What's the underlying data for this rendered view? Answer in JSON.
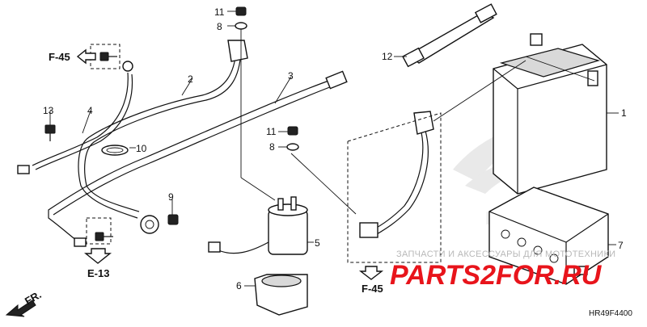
{
  "diagram": {
    "part_numbers": {
      "n1": "1",
      "n2": "2",
      "n3": "3",
      "n4": "4",
      "n5": "5",
      "n6": "6",
      "n7": "7",
      "n8a": "8",
      "n8b": "8",
      "n9": "9",
      "n10": "10",
      "n11a": "11",
      "n11b": "11",
      "n12": "12",
      "n13": "13"
    },
    "references": {
      "f45_top": "F-45",
      "f45_bottom": "F-45",
      "e13": "E-13",
      "front": "FR."
    },
    "watermark": {
      "tagline": "ЗАПЧАСТИ И АКСЕССУАРЫ ДЛЯ МОТОТЕХНИКИ",
      "brand": "PARTS2FOR.RU"
    },
    "drawing_code": "HR49F4400",
    "colors": {
      "line": "#111111",
      "watermark_red": "#e8141b",
      "watermark_gray": "#b8b8b8"
    }
  }
}
